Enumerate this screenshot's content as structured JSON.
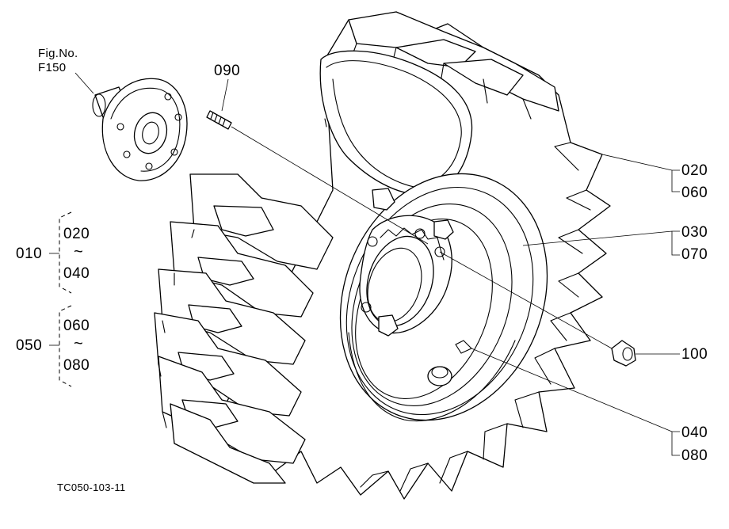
{
  "figure_ref": {
    "line1": "Fig.No.",
    "line2": "F150"
  },
  "drawing_code": "TC050-103-11",
  "callouts": {
    "stud": "090",
    "tire_top": "020",
    "tire_bottom": "060",
    "rim_top": "030",
    "rim_bottom": "070",
    "nut": "100",
    "valve_top": "040",
    "valve_bottom": "080"
  },
  "assemblies": [
    {
      "id": "010",
      "from": "020",
      "tilde": "~",
      "to": "040"
    },
    {
      "id": "050",
      "from": "060",
      "tilde": "~",
      "to": "080"
    }
  ]
}
